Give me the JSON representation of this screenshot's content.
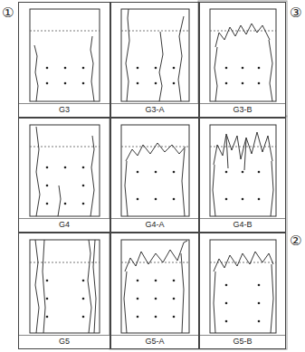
{
  "diagram": {
    "nodes": [
      {
        "text": [
          "G3"
        ]
      },
      {
        "text": [
          "G3-A"
        ]
      },
      {
        "text": [
          "G3-B"
        ]
      },
      {
        "text": [
          "G4"
        ]
      },
      {
        "text": [
          "G4-A"
        ]
      },
      {
        "text": [
          "G4-B"
        ]
      },
      {
        "text": [
          "G5"
        ]
      },
      {
        "text": [
          "G5-A"
        ]
      },
      {
        "text": [
          "G5-B"
        ]
      }
    ],
    "labels": [
      "①",
      "③",
      "②"
    ]
  }
}
